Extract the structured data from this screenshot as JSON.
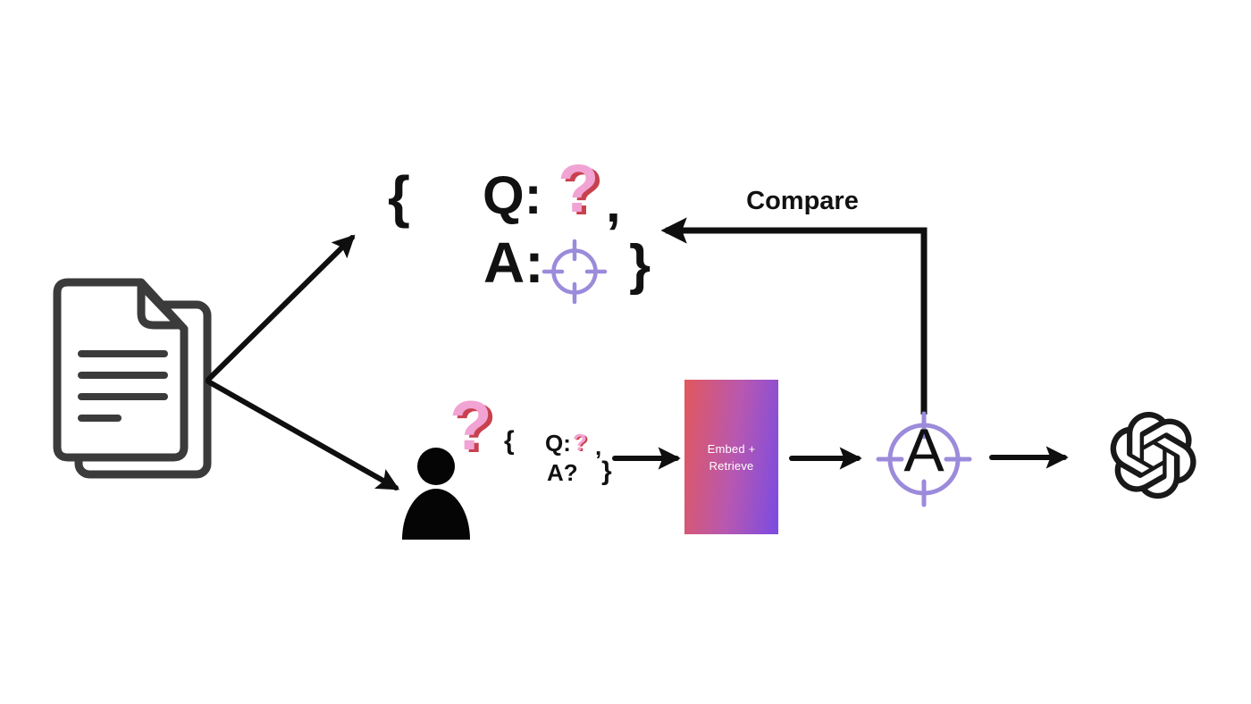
{
  "generated_pair": {
    "open_brace": "{",
    "q_label": "Q:",
    "question_glyph": "?",
    "comma": ",",
    "a_label": "A:",
    "close_brace": "}"
  },
  "compare": {
    "label": "Compare"
  },
  "user": {
    "question_glyph": "?",
    "pair": {
      "open_brace": "{",
      "q_label": "Q:",
      "question_glyph": "?",
      "comma": ",",
      "a_label": "A?",
      "close_brace": "}"
    }
  },
  "embed_box": {
    "line1": "Embed +",
    "line2": "Retrieve"
  },
  "answer_target": {
    "letter": "A"
  },
  "icons": {
    "source": "document-icon",
    "user": "person-icon",
    "answer": "target-icon",
    "llm": "openai-logo-icon",
    "question": "question-mark-emoji"
  },
  "colors": {
    "background": "#ffffff",
    "arrow_black": "#0f0f0f",
    "document_stroke": "#3b3b3b",
    "question_pink": "#f1a3d3",
    "question_shadow_red": "#c8414e",
    "target_purple": "#9c8bdb",
    "gradient_left": "#e2585c",
    "gradient_right": "#7a4be2",
    "box_text": "#ffffff",
    "text_black": "#111111"
  }
}
